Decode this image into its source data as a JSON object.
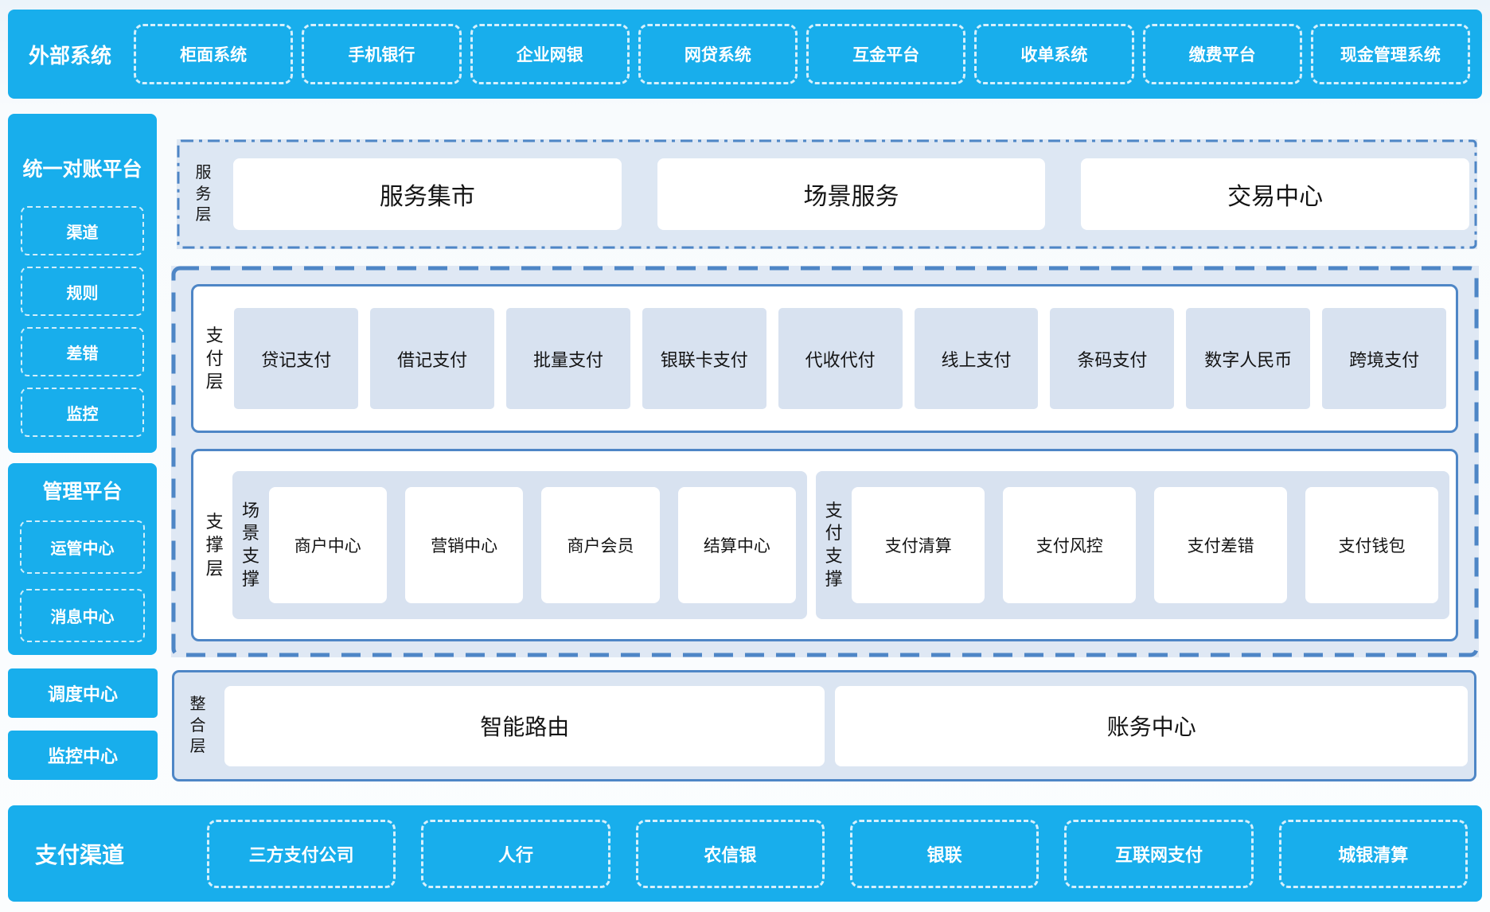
{
  "colors": {
    "bar_blue": "#18AEEC",
    "border_blue": "#4E86C6",
    "layer_bg": "#DDE7F3",
    "container_bg": "#DFE8F4",
    "item_bg": "#D8E2F0",
    "card_bg": "#FFFFFF",
    "text_dark": "#141414",
    "text_white": "#FFFFFF"
  },
  "top_bar": {
    "title": "外部系统",
    "items": [
      "柜面系统",
      "手机银行",
      "企业网银",
      "网贷系统",
      "互金平台",
      "收单系统",
      "缴费平台",
      "现金管理系统"
    ]
  },
  "sidebar": {
    "reconciliation": {
      "title": "统一对账平台",
      "items": [
        "渠道",
        "规则",
        "差错",
        "监控"
      ]
    },
    "management": {
      "title": "管理平台",
      "items": [
        "运管中心",
        "消息中心"
      ]
    },
    "dispatch_center": "调度中心",
    "monitor_center": "监控中心"
  },
  "service_layer": {
    "label": "服务层",
    "items": [
      "服务集市",
      "场景服务",
      "交易中心"
    ]
  },
  "payment_layer": {
    "label": "支付层",
    "items": [
      "贷记支付",
      "借记支付",
      "批量支付",
      "银联卡支付",
      "代收代付",
      "线上支付",
      "条码支付",
      "数字人民币",
      "跨境支付"
    ]
  },
  "support_layer": {
    "label": "支撑层",
    "scene_group": {
      "label": "场景支撑",
      "items": [
        "商户中心",
        "营销中心",
        "商户会员",
        "结算中心"
      ]
    },
    "pay_group": {
      "label": "支付支撑",
      "items": [
        "支付清算",
        "支付风控",
        "支付差错",
        "支付钱包"
      ]
    }
  },
  "integration_layer": {
    "label": "整合层",
    "items": [
      "智能路由",
      "账务中心"
    ]
  },
  "bottom_bar": {
    "title": "支付渠道",
    "items": [
      "三方支付公司",
      "人行",
      "农信银",
      "银联",
      "互联网支付",
      "城银清算"
    ]
  }
}
